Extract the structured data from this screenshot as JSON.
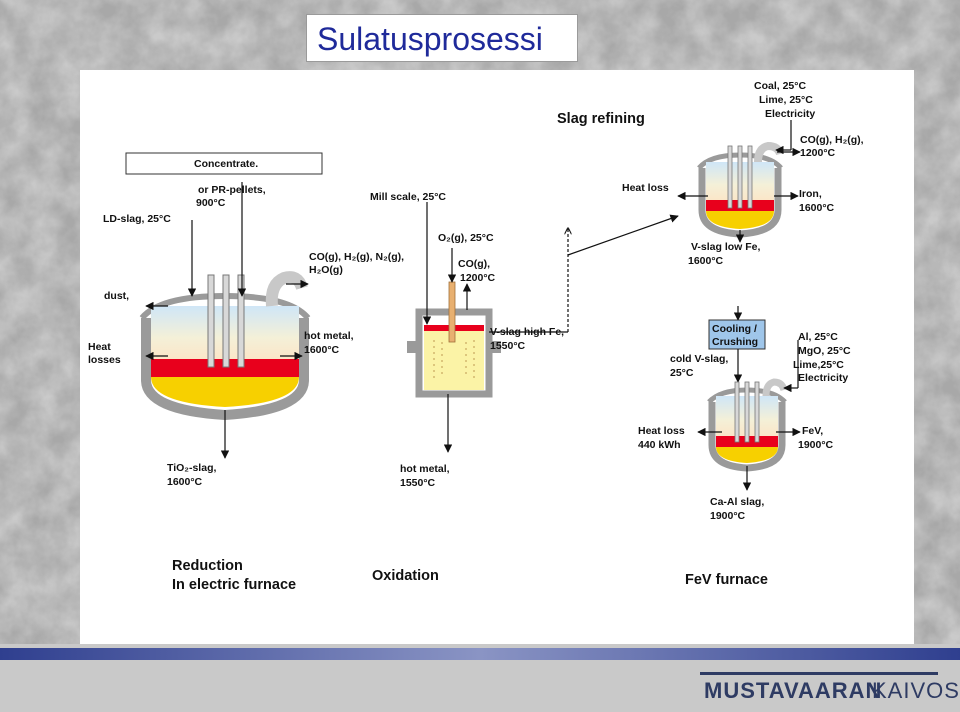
{
  "slide": {
    "title": "Sulatusprosessi",
    "logo": {
      "bold": "MUSTAVAARAN",
      "light": "KAIVOS"
    }
  },
  "reduction": {
    "concentrate": "Concentrate.",
    "pellets_1": "or PR-pellets,",
    "pellets_2": "900°C",
    "ld_slag": "LD-slag, 25°C",
    "gas_1": "CO(g), H₂(g), N₂(g),",
    "gas_2": "H₂O(g)",
    "dust": "dust,",
    "heat_1": "Heat",
    "heat_2": "losses",
    "hot_metal_1": "hot metal,",
    "hot_metal_2": "1600°C",
    "tio2_1": "TiO₂-slag,",
    "tio2_2": "1600°C",
    "caption_1": "Reduction",
    "caption_2": "In electric furnace"
  },
  "oxidation": {
    "mill_scale": "Mill scale, 25°C",
    "o2": "O₂(g), 25°C",
    "co_1": "CO(g),",
    "co_2": "1200°C",
    "vslag_1": "V-slag high Fe,",
    "vslag_2": "1550°C",
    "hot_metal_1": "hot metal,",
    "hot_metal_2": "1550°C",
    "caption": "Oxidation"
  },
  "slag_refining": {
    "heading": "Slag refining",
    "coal": "Coal, 25°C",
    "lime": "Lime, 25°C",
    "electricity": "Electricity",
    "gas_1": "CO(g), H₂(g),",
    "gas_2": "1200°C",
    "heat_loss": "Heat loss",
    "iron_1": "Iron,",
    "iron_2": "1600°C",
    "vslag_1": "V-slag low  Fe,",
    "vslag_2": "1600°C"
  },
  "fev": {
    "cooling_1": "Cooling /",
    "cooling_2": "Crushing",
    "cold_1": "cold V-slag,",
    "cold_2": "25°C",
    "al": "Al, 25°C",
    "mgo": "MgO, 25°C",
    "lime": "Lime,25°C",
    "electricity": "Electricity",
    "heat_1": "Heat loss",
    "heat_2": "440 kWh",
    "fev_1": "FeV,",
    "fev_2": "1900°C",
    "caal_1": "Ca-Al slag,",
    "caal_2": "1900°C",
    "caption": "FeV furnace"
  },
  "colors": {
    "title": "#1f2a9a",
    "melt_red": "#e8001c",
    "melt_yellow": "#f7d000",
    "shell": "#9a9a9a",
    "logo": "#2e3b63"
  }
}
